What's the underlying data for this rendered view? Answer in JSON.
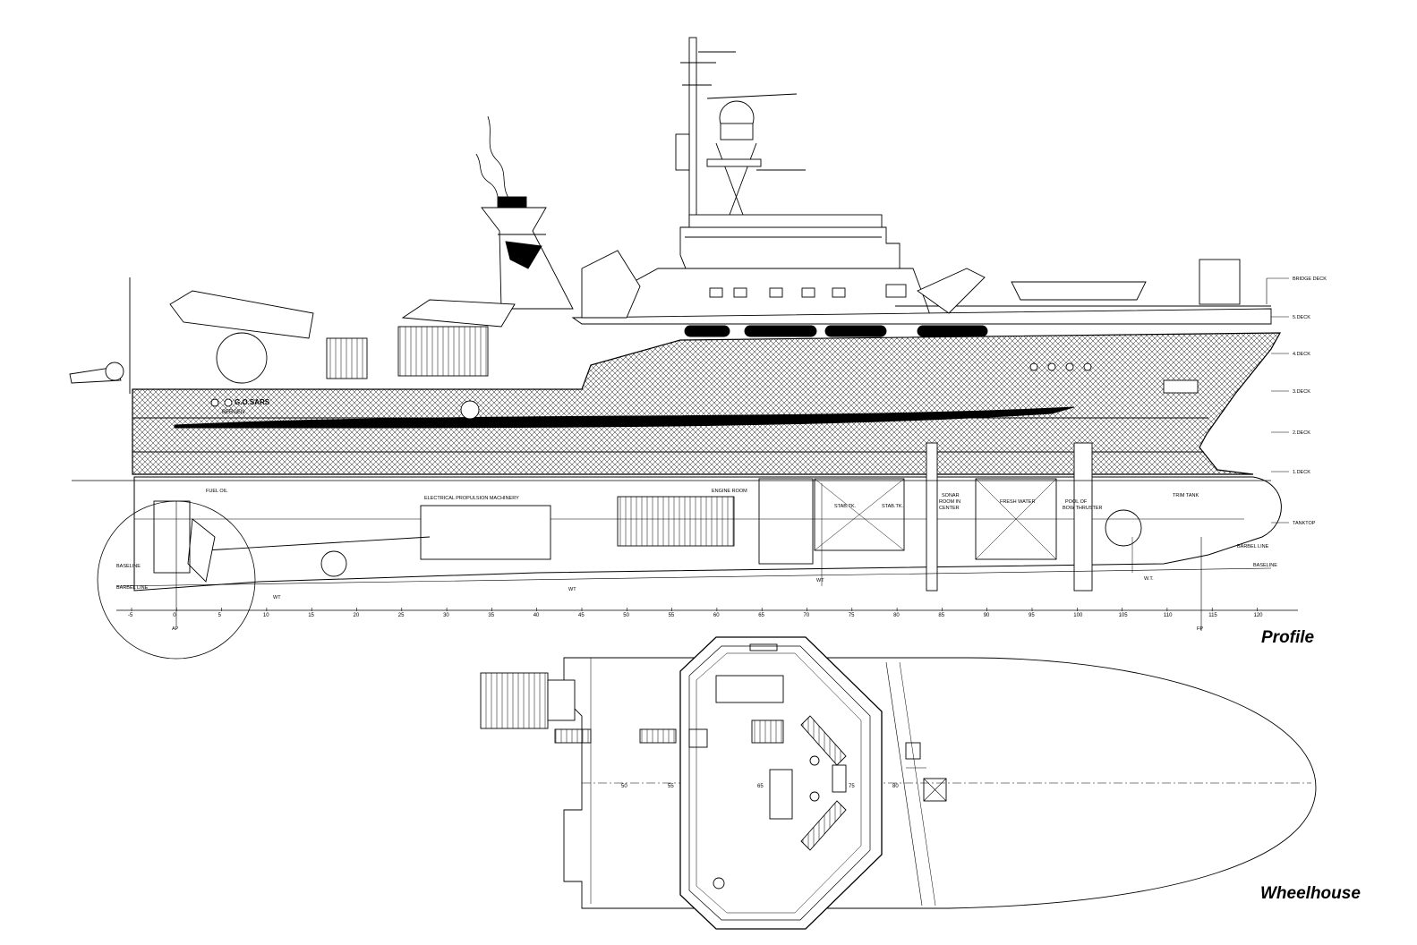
{
  "views": {
    "profile_title": "Profile",
    "wheelhouse_title": "Wheelhouse"
  },
  "deck_labels": [
    "BRIDGE DECK",
    "5.DECK",
    "4.DECK",
    "3.DECK",
    "2.DECK",
    "1.DECK",
    "TANKTOP",
    "BARBEL LINE",
    "BASELINE"
  ],
  "room_labels": {
    "propulsion": "ELECTRICAL PROPULSION MACHINERY",
    "engine_room": "ENGINE ROOM",
    "stbd_tk_1": "STAB.TK.",
    "stbd_tk_2": "STAB.TK.",
    "sonar_1": "SONAR",
    "sonar_2": "ROOM IN",
    "sonar_3": "CENTER",
    "fresh_water": "FRESH WATER",
    "bow_thruster_1": "POOL OF",
    "bow_thruster_2": "BOW THRUSTER",
    "trim_tank": "TRIM TANK",
    "fuel_oil": "FUEL OIL",
    "baseline_aft": "BASELINE",
    "barbel_aft": "BARBEL LINE"
  },
  "markers": {
    "ap": "AP",
    "fp": "FP",
    "wt_1": "WT",
    "wt_2": "WT",
    "wt_3": "WT",
    "wt_4": "W.T."
  },
  "frame_numbers": [
    "-5",
    "0",
    "5",
    "10",
    "15",
    "20",
    "25",
    "30",
    "35",
    "40",
    "45",
    "50",
    "55",
    "60",
    "65",
    "70",
    "75",
    "80",
    "85",
    "90",
    "95",
    "100",
    "105",
    "110",
    "115",
    "120"
  ],
  "wheelhouse_frames": [
    "50",
    "55",
    "65",
    "75",
    "80"
  ],
  "hull_text": {
    "name_1": "G.O.SARS",
    "name_2": "BERGEN"
  }
}
